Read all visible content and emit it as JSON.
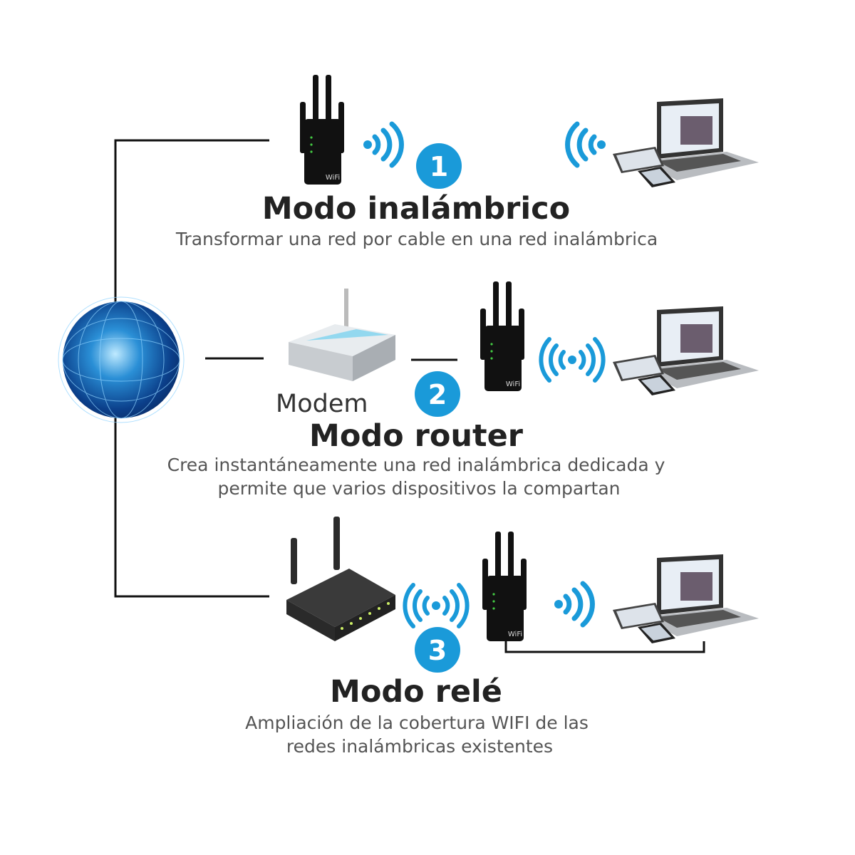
{
  "colors": {
    "accent": "#1a9ad9",
    "line": "#111111",
    "device": "#111111"
  },
  "modes": [
    {
      "number": "1",
      "title": "Modo inalámbrico",
      "subtitle": [
        "Transformar una red por cable en una red inalámbrica"
      ]
    },
    {
      "number": "2",
      "title": "Modo router",
      "subtitle": [
        "Crea instantáneamente una red inalámbrica dedicada y",
        "permite que varios dispositivos la compartan"
      ]
    },
    {
      "number": "3",
      "title": "Modo relé",
      "subtitle": [
        "Ampliación de la cobertura WIFI de las",
        "redes inalámbricas existentes"
      ]
    }
  ],
  "labels": {
    "modem": "Modem",
    "device_badge": "WiFi"
  },
  "icons": [
    "globe-icon",
    "wifi-repeater-icon",
    "wifi-signal-icon",
    "laptop-icon",
    "tablet-icon",
    "phone-icon",
    "modem-icon",
    "router-icon"
  ]
}
